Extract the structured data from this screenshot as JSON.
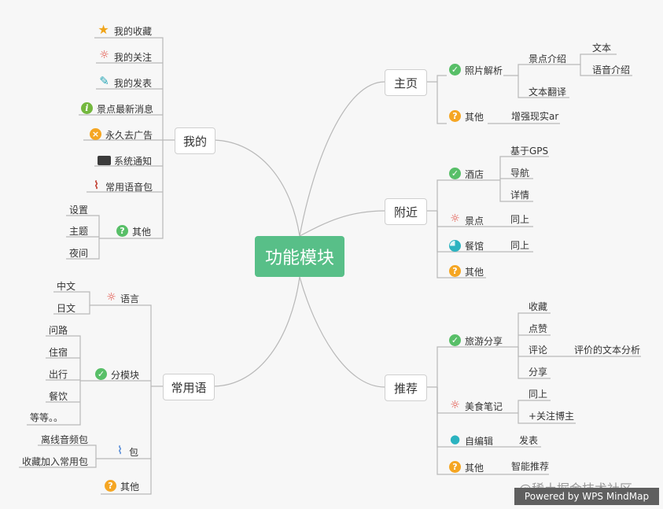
{
  "center": "功能模块",
  "branches": {
    "mine": {
      "label": "我的",
      "items": [
        "我的收藏",
        "我的关注",
        "我的发表",
        "景点最新消息",
        "永久去广告",
        "系统通知",
        "常用语音包",
        "其他"
      ],
      "other_children": [
        "设置",
        "主题",
        "夜间"
      ]
    },
    "phrases": {
      "label": "常用语",
      "language": "语言",
      "language_children": [
        "中文",
        "日文"
      ],
      "modules": "分模块",
      "modules_children": [
        "问路",
        "住宿",
        "出行",
        "餐饮",
        "等等。。"
      ],
      "package": "包",
      "package_children": [
        "离线音频包",
        "收藏加入常用包"
      ],
      "other": "其他"
    },
    "home": {
      "label": "主页",
      "photo": "照片解析",
      "spot_intro": "景点介绍",
      "spot_intro_children": [
        "文本",
        "语音介绍"
      ],
      "text_translate": "文本翻译",
      "other": "其他",
      "other_child": "增强现实ar"
    },
    "nearby": {
      "label": "附近",
      "hotel": "酒店",
      "hotel_children": [
        "基于GPS",
        "导航",
        "详情"
      ],
      "spot": "景点",
      "spot_child": "同上",
      "restaurant": "餐馆",
      "restaurant_child": "同上",
      "other": "其他"
    },
    "recommend": {
      "label": "推荐",
      "travel_share": "旅游分享",
      "travel_children": [
        "收藏",
        "点赞",
        "评论",
        "分享"
      ],
      "comment_child": "评价的文本分析",
      "food_notes": "美食笔记",
      "food_children": [
        "同上",
        "+关注博主"
      ],
      "self_edit": "自编辑",
      "self_edit_child": "发表",
      "other": "其他",
      "other_child": "智能推荐"
    }
  },
  "watermark": "@稀土掘金技术社区",
  "powered_by": "Powered by WPS MindMap",
  "icons": {
    "check": "check-circle-icon",
    "question": "question-circle-icon",
    "star": "star-icon",
    "bulb": "lightbulb-icon",
    "pencil": "pencil-icon",
    "info": "info-circle-icon",
    "cross": "x-circle-icon",
    "mail": "envelope-icon",
    "clip": "paperclip-icon",
    "pie": "pie-chart-icon",
    "person": "person-icon"
  },
  "colors": {
    "center_fill": "#58bf88",
    "connector": "#b8b8b8",
    "check": "#58bf68",
    "question": "#f5a623",
    "bulb": "#e04a3f",
    "teal": "#2bb3c0"
  }
}
